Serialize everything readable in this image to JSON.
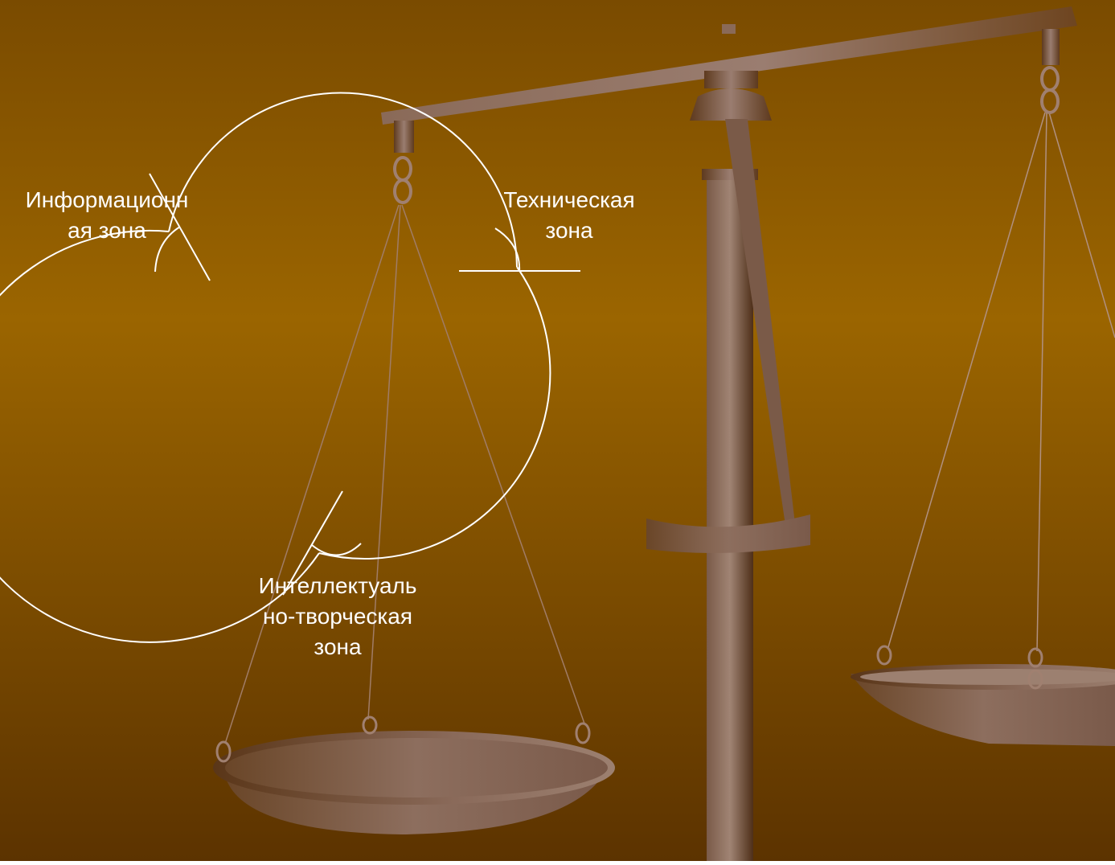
{
  "slide": {
    "background": {
      "top": "#7a4a00",
      "middle": "#9a6400",
      "bottom": "#5e3400"
    },
    "metal_color": "#8a6a5a"
  },
  "labels": {
    "information_zone": "Информационн\nая зона",
    "technical_zone": "Техническая\nзона",
    "intellectual_zone": "Интеллектуаль\nно-творческая\nзона"
  }
}
